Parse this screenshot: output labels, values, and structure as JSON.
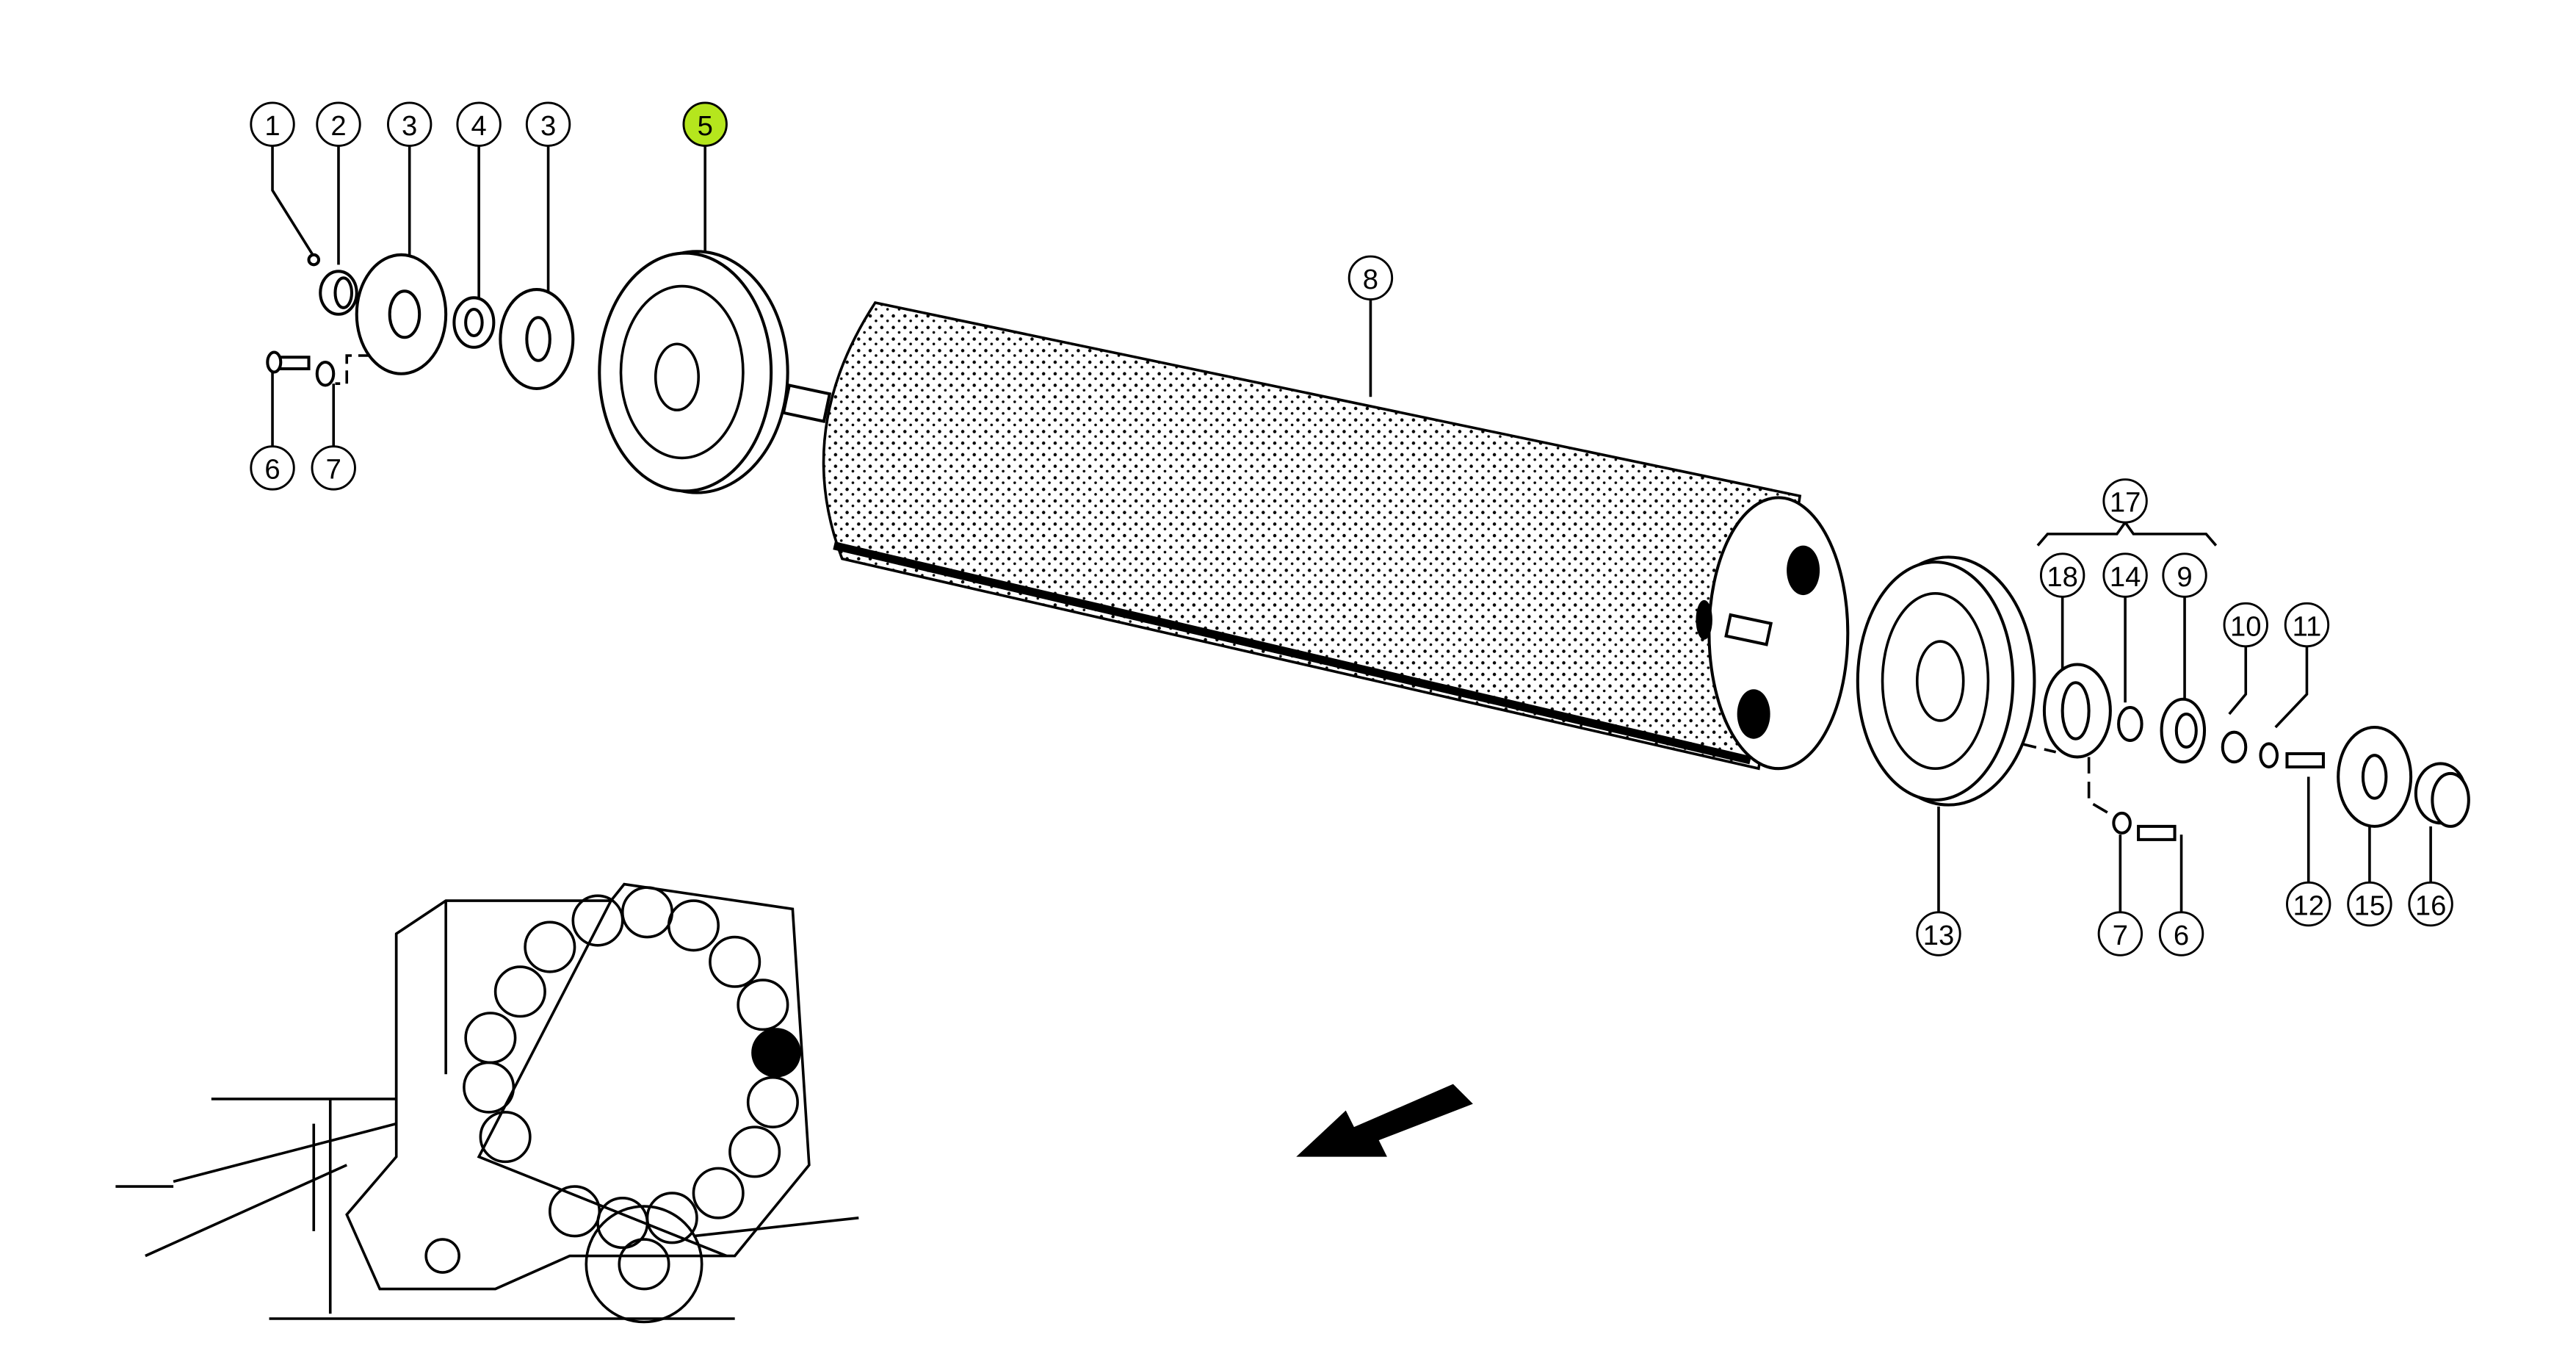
{
  "diagram": {
    "highlight_color": "#b5e61d",
    "selected_callout": "5",
    "callouts": {
      "c1": "1",
      "c2": "2",
      "c3a": "3",
      "c4": "4",
      "c3b": "3",
      "c5": "5",
      "c6a": "6",
      "c7a": "7",
      "c8": "8",
      "c17": "17",
      "c18": "18",
      "c14": "14",
      "c9": "9",
      "c10": "10",
      "c11": "11",
      "c13": "13",
      "c7b": "7",
      "c6b": "6",
      "c12": "12",
      "c15": "15",
      "c16": "16"
    }
  }
}
